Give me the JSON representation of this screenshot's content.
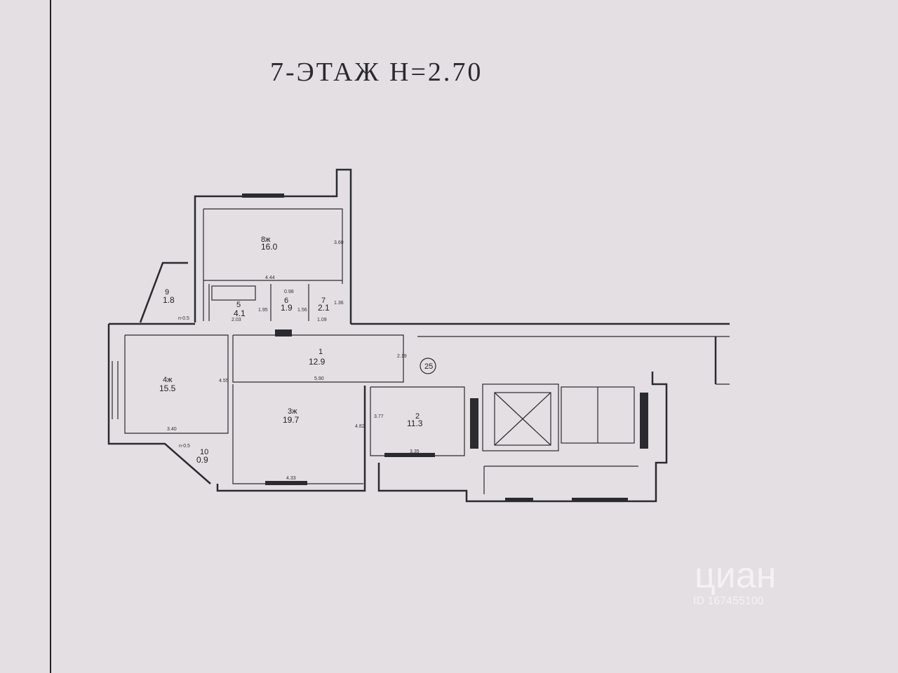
{
  "title": "7-ЭТАЖ  H=2.70",
  "rooms": [
    {
      "id": "8",
      "label": "8ж",
      "area": "16.0"
    },
    {
      "id": "9",
      "label": "9",
      "area": "1.8"
    },
    {
      "id": "5",
      "label": "5",
      "area": "4.1"
    },
    {
      "id": "6",
      "label": "6",
      "area": "1.9"
    },
    {
      "id": "7",
      "label": "7",
      "area": "2.1"
    },
    {
      "id": "1",
      "label": "1",
      "area": "12.9"
    },
    {
      "id": "4",
      "label": "4ж",
      "area": "15.5"
    },
    {
      "id": "3",
      "label": "3ж",
      "area": "19.7"
    },
    {
      "id": "2",
      "label": "2",
      "area": "11.3"
    },
    {
      "id": "10",
      "label": "10",
      "area": "0.9"
    }
  ],
  "dimensions": [
    "3.60",
    "4.44",
    "0.98",
    "1.56",
    "1.36",
    "2.03",
    "1.95",
    "1.09",
    "4.55",
    "5.90",
    "2.19",
    "3.40",
    "4.82",
    "3.77",
    "3.35",
    "4.33",
    "n-0.5",
    "n-0.5"
  ],
  "marker": "25",
  "watermark": {
    "brand": "циан",
    "id": "ID 167455100"
  }
}
